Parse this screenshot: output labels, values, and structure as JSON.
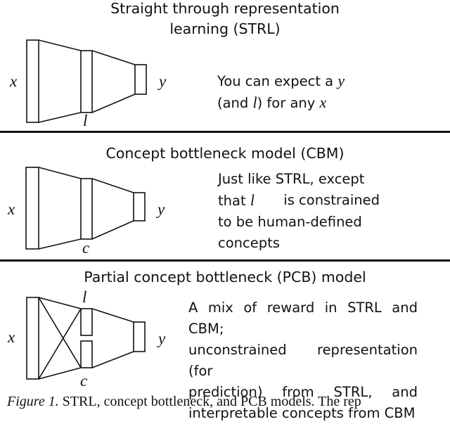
{
  "sections": [
    {
      "title": [
        "Straight through representation",
        "learning (STRL)"
      ],
      "input": "x",
      "output": "y",
      "latent": "l",
      "desc": [
        {
          "text": "You can expect a ",
          "var": "y"
        },
        {
          "text": "(and ",
          "var": "l",
          "after": ") for any ",
          "var2": "x"
        }
      ]
    },
    {
      "title": [
        "Concept bottleneck model (CBM)"
      ],
      "input": "x",
      "output": "y",
      "latent": "c",
      "desc_parts": {
        "line1": "Just like STRL, except",
        "line2a": "that ",
        "line2v": "l",
        "line2b": " is constrained",
        "line3": "to be human-defined",
        "line4": "concepts"
      }
    },
    {
      "title": [
        "Partial concept bottleneck (PCB) model"
      ],
      "input": "x",
      "output": "y",
      "latent_top": "l",
      "latent_bottom": "c",
      "desc_lines": [
        "A mix of reward in STRL and CBM;",
        "unconstrained representation (for",
        "prediction) from STRL, and",
        "interpretable concepts from CBM"
      ]
    }
  ],
  "caption": {
    "label": "Figure 1.",
    "text": " STRL, concept bottleneck, and PCB models. The rep"
  }
}
